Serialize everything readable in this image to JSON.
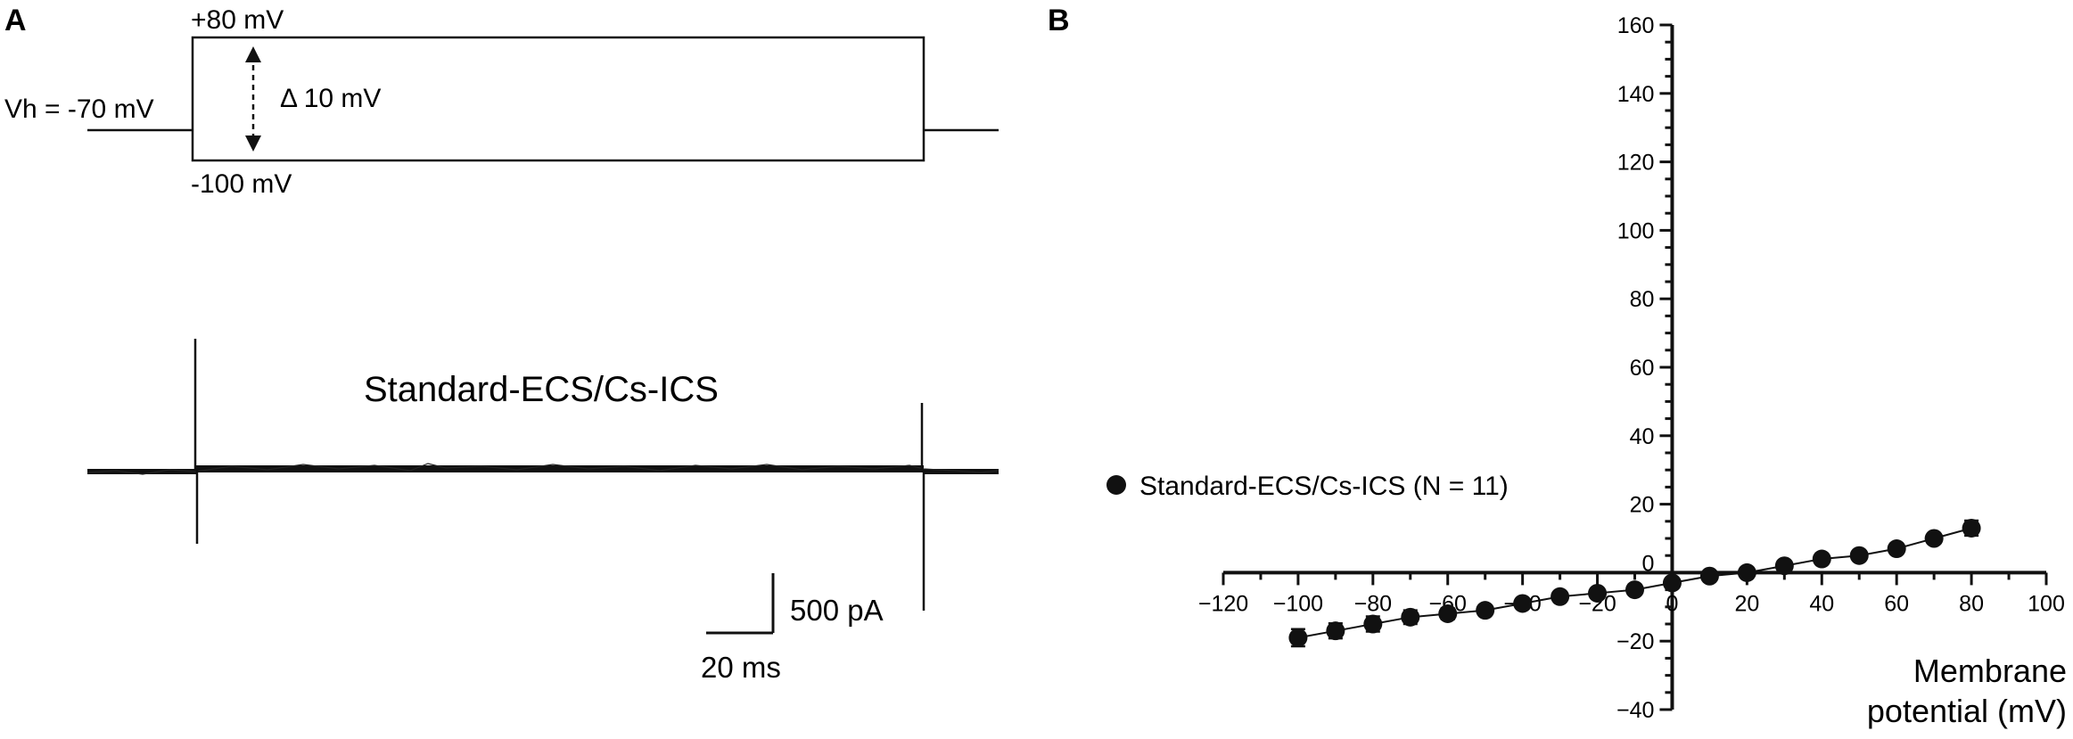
{
  "panels": {
    "a": {
      "letter": "A",
      "protocol": {
        "top_label": "+80 mV",
        "holding_label": "Vh = -70 mV",
        "bottom_label": "-100 mV",
        "step_label": "Δ 10 mV"
      },
      "trace_label": "Standard-ECS/Cs-ICS",
      "scale_bar": {
        "current_label": "500 pA",
        "time_label": "20 ms"
      }
    },
    "b": {
      "letter": "B"
    }
  },
  "chart_data": {
    "type": "scatter",
    "x_axis": {
      "title_lines": [
        "Membrane",
        "potential (mV)"
      ],
      "range": [
        -120,
        100
      ],
      "ticks": [
        -120,
        -100,
        -80,
        -60,
        -40,
        -20,
        0,
        20,
        40,
        60,
        80,
        100
      ],
      "tick_labels": [
        "−120",
        "−100",
        "−80",
        "−60",
        "−40",
        "−20",
        "0",
        "20",
        "40",
        "60",
        "80",
        "100"
      ]
    },
    "y_axis": {
      "range": [
        -40,
        160
      ],
      "ticks": [
        -40,
        -20,
        0,
        20,
        40,
        60,
        80,
        100,
        120,
        140,
        160
      ],
      "tick_labels": [
        "−40",
        "−20",
        "0",
        "20",
        "40",
        "60",
        "80",
        "100",
        "120",
        "140",
        "160"
      ]
    },
    "grid": false,
    "legend_position": "left",
    "series": [
      {
        "name": "Standard-ECS/Cs-ICS (N = 11)",
        "color": "#111111",
        "x": [
          -100,
          -90,
          -80,
          -70,
          -60,
          -50,
          -40,
          -30,
          -20,
          -10,
          0,
          10,
          20,
          30,
          40,
          50,
          60,
          70,
          80
        ],
        "y": [
          -19,
          -17,
          -15,
          -13,
          -12,
          -11,
          -9,
          -7,
          -6,
          -5,
          -3,
          -1,
          0,
          2,
          4,
          5,
          7,
          10,
          13
        ],
        "err": [
          2.5,
          2.2,
          2.2,
          2,
          1.6,
          1.4,
          1.2,
          1,
          1,
          1,
          1,
          0.8,
          0.8,
          0.8,
          1,
          1,
          1,
          1.2,
          2.2
        ]
      }
    ]
  }
}
